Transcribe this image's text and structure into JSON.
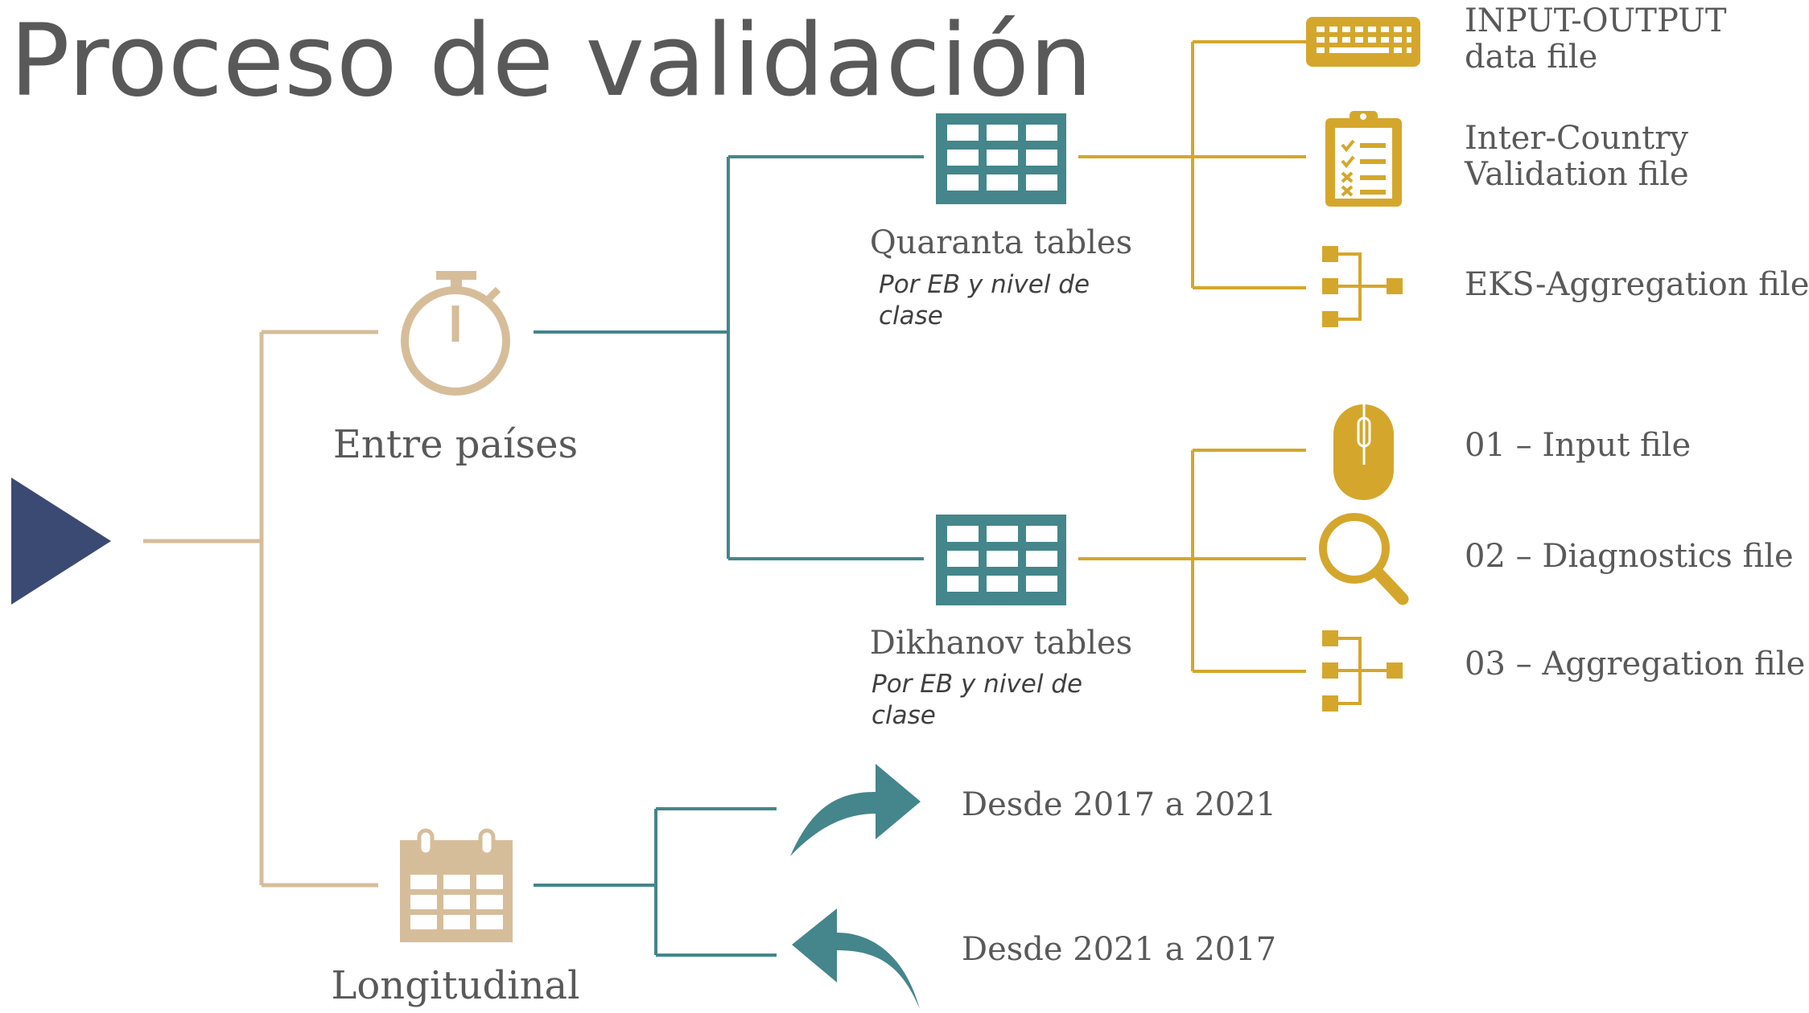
{
  "title": "Proceso de validación",
  "colors": {
    "navy": "#3b4a72",
    "tan": "#d6bd9a",
    "teal": "#44868b",
    "gold": "#d4a72c",
    "text": "#595959"
  },
  "branches": {
    "entre_paises": {
      "label": "Entre países",
      "icon": "stopwatch-icon",
      "children": [
        {
          "label": "Quaranta tables",
          "sublabel": "Por EB y nivel de clase",
          "icon": "table-icon",
          "files": [
            {
              "label": "INPUT-OUTPUT data file",
              "icon": "keyboard-icon"
            },
            {
              "label": "Inter-Country Validation file",
              "icon": "clipboard-checklist-icon"
            },
            {
              "label": "EKS-Aggregation file",
              "icon": "hierarchy-icon"
            }
          ]
        },
        {
          "label": "Dikhanov tables",
          "sublabel": "Por EB y nivel de clase",
          "icon": "table-icon",
          "files": [
            {
              "label": "01 – Input file",
              "icon": "mouse-icon"
            },
            {
              "label": "02 – Diagnostics file",
              "icon": "magnifier-icon"
            },
            {
              "label": "03 – Aggregation file",
              "icon": "hierarchy-icon"
            }
          ]
        }
      ]
    },
    "longitudinal": {
      "label": "Longitudinal",
      "icon": "calendar-icon",
      "children": [
        {
          "label": "Desde 2017 a 2021",
          "icon": "arrow-forward-icon"
        },
        {
          "label": "Desde 2021 a 2017",
          "icon": "arrow-back-icon"
        }
      ]
    }
  }
}
